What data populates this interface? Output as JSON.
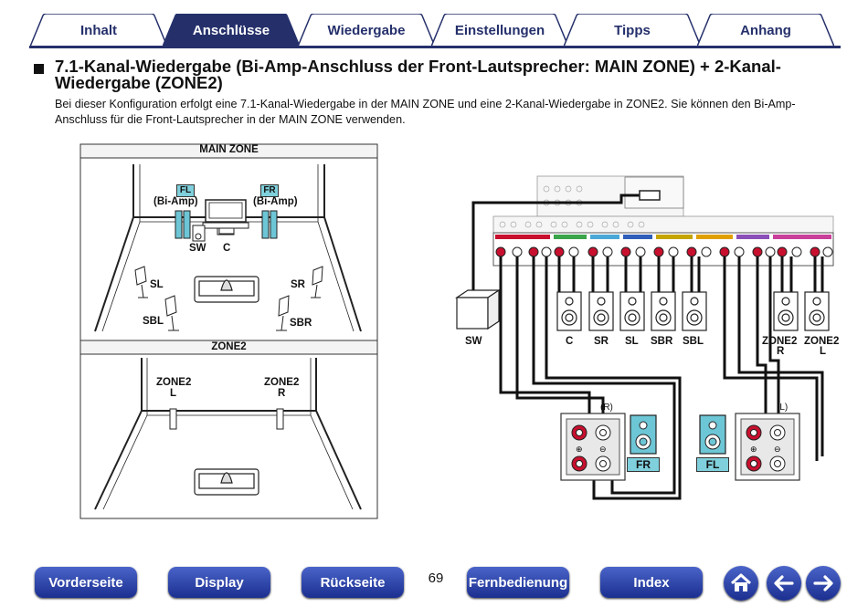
{
  "tabs": [
    {
      "label": "Inhalt",
      "active": false
    },
    {
      "label": "Anschlüsse",
      "active": true
    },
    {
      "label": "Wiedergabe",
      "active": false
    },
    {
      "label": "Einstellungen",
      "active": false
    },
    {
      "label": "Tipps",
      "active": false
    },
    {
      "label": "Anhang",
      "active": false
    }
  ],
  "heading": {
    "title": "7.1-Kanal-Wiedergabe (Bi-Amp-Anschluss der Front-Lautsprecher: MAIN ZONE) + 2-Kanal-Wiedergabe (ZONE2)",
    "intro": "Bei dieser Konfiguration erfolgt eine 7.1-Kanal-Wiedergabe in der MAIN ZONE und eine 2-Kanal-Wiedergabe in ZONE2. Sie können den Bi-Amp-Anschluss für die Front-Lautsprecher in der MAIN ZONE verwenden."
  },
  "room": {
    "main_zone_title": "MAIN ZONE",
    "zone2_title": "ZONE2",
    "fl": "FL",
    "fr": "FR",
    "bi_amp": "(Bi-Amp)",
    "sw": "SW",
    "c": "C",
    "sl": "SL",
    "sr": "SR",
    "sbl": "SBL",
    "sbr": "SBR",
    "zone2_l_top": "ZONE2",
    "zone2_l_bottom": "L",
    "zone2_r_top": "ZONE2",
    "zone2_r_bottom": "R"
  },
  "wiring": {
    "sw": "SW",
    "c": "C",
    "sr": "SR",
    "sl": "SL",
    "sbr": "SBR",
    "sbl": "SBL",
    "zone2_r_top": "ZONE2",
    "zone2_r_bottom": "R",
    "zone2_l_top": "ZONE2",
    "zone2_l_bottom": "L",
    "right_mark": "(R)",
    "left_mark": "(L)",
    "fr": "FR",
    "fl": "FL"
  },
  "footer": {
    "vorderseite": "Vorderseite",
    "display": "Display",
    "rueckseite": "Rückseite",
    "page": "69",
    "fernbedienung": "Fernbedienung",
    "index": "Index"
  },
  "colors": {
    "navy": "#25306b",
    "button": "#1b2f8f",
    "speaker_tag": "#7fd0dc",
    "terminal_red": "#c8102e"
  }
}
